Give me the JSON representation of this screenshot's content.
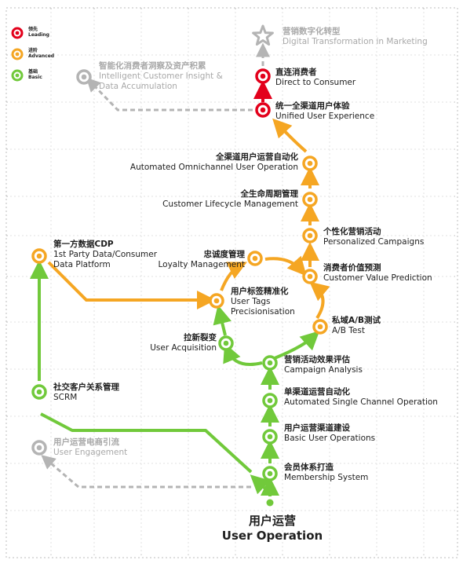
{
  "colors": {
    "leading": "#e3001b",
    "advanced": "#f5a623",
    "basic": "#71c93b",
    "gray": "#b4b4b4",
    "border": "#bcbcbc"
  },
  "legend": [
    {
      "zh": "领先",
      "en": "Leading"
    },
    {
      "zh": "进阶",
      "en": "Advanced"
    },
    {
      "zh": "基础",
      "en": "Basic"
    }
  ],
  "title": {
    "zh": "用户运营",
    "en": "User Operation"
  },
  "nodes": {
    "digital_transformation": {
      "zh": "营销数字化转型",
      "en": "Digital Transformation in Marketing",
      "level": "star-icon"
    },
    "direct_to_consumer": {
      "zh": "直连消费者",
      "en": "Direct to Consumer",
      "level": "leading"
    },
    "unified_experience": {
      "zh": "统一全渠道用户体验",
      "en": "Unified User Experience",
      "level": "leading"
    },
    "insight_accumulation": {
      "zh": "智能化消费者洞察及资产积累",
      "en1": "Intelligent Customer Insight &",
      "en2": "Data Accumulation",
      "level": "future"
    },
    "omnichannel_automation": {
      "zh": "全渠道用户运营自动化",
      "en": "Automated Omnichannel User Operation",
      "level": "advanced"
    },
    "lifecycle": {
      "zh": "全生命周期管理",
      "en": "Customer Lifecycle Management",
      "level": "advanced"
    },
    "personalized": {
      "zh": "个性化营销活动",
      "en": "Personalized Campaigns",
      "level": "advanced"
    },
    "cdp": {
      "zh": "第一方数据CDP",
      "en1": "1st Party Data/Consumer",
      "en2": "Data  Platform",
      "level": "advanced"
    },
    "loyalty": {
      "zh": "忠诚度管理",
      "en": "Loyalty Management",
      "level": "advanced"
    },
    "value_prediction": {
      "zh": "消费者价值预测",
      "en": "Customer Value Prediction",
      "level": "advanced"
    },
    "tags": {
      "zh": "用户标签精准化",
      "en1": "User Tags",
      "en2": "Precisionisation",
      "level": "advanced"
    },
    "ab_test": {
      "zh": "私域A/B测试",
      "en": "A/B Test",
      "level": "advanced"
    },
    "acquisition": {
      "zh": "拉新裂变",
      "en": "User Acquisition",
      "level": "basic"
    },
    "campaign_analysis": {
      "zh": "营销活动效果评估",
      "en": "Campaign Analysis",
      "level": "basic"
    },
    "scrm": {
      "zh": "社交客户关系管理",
      "en": "SCRM",
      "level": "basic"
    },
    "single_channel": {
      "zh": "单渠道运营自动化",
      "en": "Automated Single Channel Operation",
      "level": "basic"
    },
    "basic_operations": {
      "zh": "用户运营渠道建设",
      "en": "Basic User Operations",
      "level": "basic"
    },
    "engagement": {
      "zh": "用户运营电商引流",
      "en": "User Engagement",
      "level": "future"
    },
    "membership": {
      "zh": "会员体系打造",
      "en": "Membership System",
      "level": "basic"
    }
  }
}
